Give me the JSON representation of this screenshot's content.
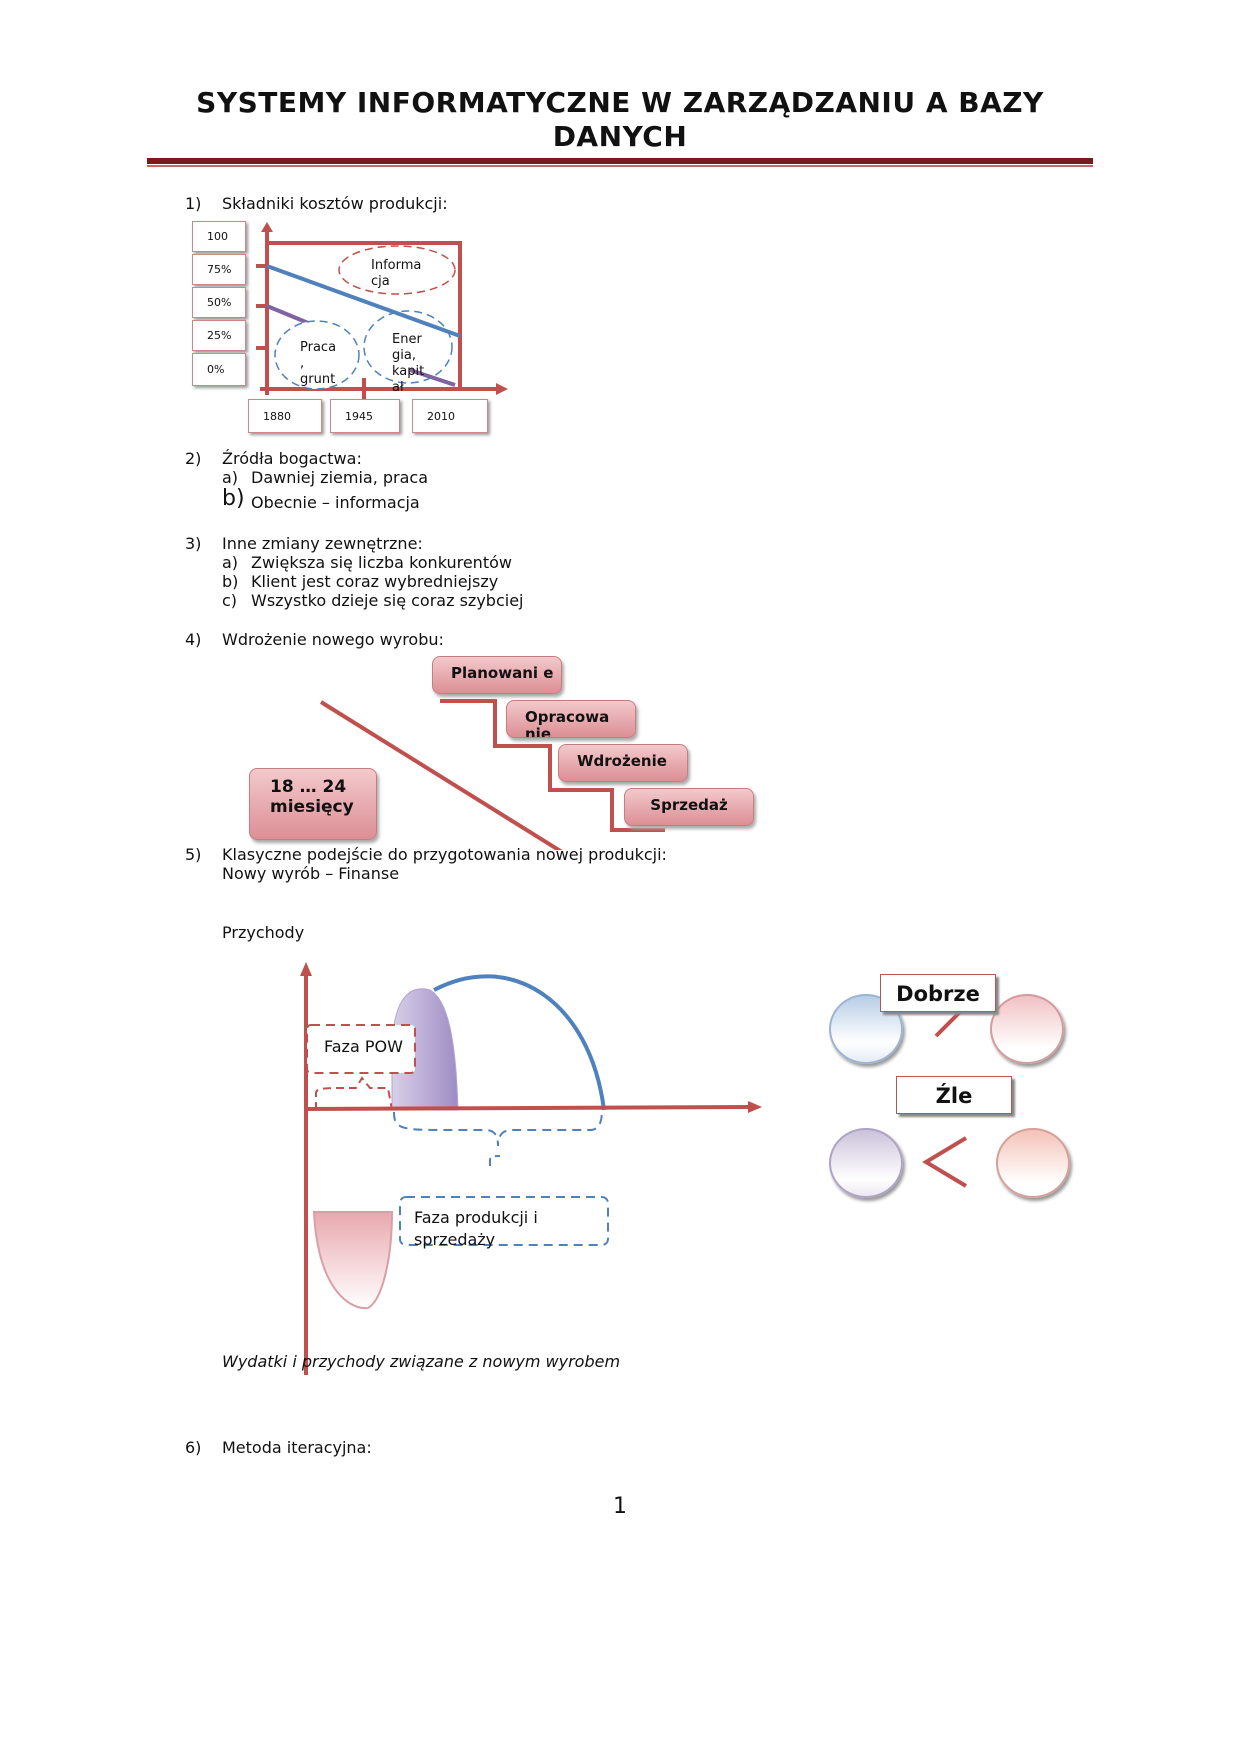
{
  "title": "SYSTEMY INFORMATYCZNE W ZARZĄDZANIU A BAZY DANYCH",
  "section1": {
    "num": "1)",
    "heading": "Składniki kosztów produkcji:",
    "y_labels": [
      "100",
      "75%",
      "50%",
      "25%",
      "0%"
    ],
    "x_labels": [
      "1880",
      "1945",
      "2010"
    ],
    "bubble_informacja": [
      "Informa",
      "cja"
    ],
    "bubble_praca": [
      "Praca",
      ",",
      "grunt"
    ],
    "bubble_energia": [
      "Ener",
      "gia,",
      "kapit",
      "ał"
    ]
  },
  "section2": {
    "num": "2)",
    "heading": "Źródła bogactwa:",
    "items": [
      {
        "marker": "a)",
        "text": "Dawniej ziemia, praca"
      },
      {
        "marker": "b)",
        "text": "Obecnie – informacja"
      }
    ]
  },
  "section3": {
    "num": "3)",
    "heading": "Inne zmiany zewnętrzne:",
    "items": [
      {
        "marker": "a)",
        "text": "Zwiększa się liczba konkurentów"
      },
      {
        "marker": "b)",
        "text": "Klient jest coraz wybredniejszy"
      },
      {
        "marker": "c)",
        "text": "Wszystko dzieje się coraz szybciej"
      }
    ]
  },
  "section4": {
    "num": "4)",
    "heading": "Wdrożenie nowego wyrobu:",
    "steps": [
      "Planowani e",
      "Opracowa nie",
      "Wdrożenie",
      "Sprzedaż"
    ],
    "duration": "18 … 24 miesięcy"
  },
  "section5": {
    "num": "5)",
    "heading": "Klasyczne podejście do przygotowania nowej produkcji:",
    "subheading": "Nowy wyrób – Finanse",
    "revenue_label": "Przychody",
    "faza_pow": "Faza POW",
    "faza_produkcji": "Faza produkcji i sprzedaży",
    "dobrze": "Dobrze",
    "zle": "Źle",
    "caption": "Wydatki i przychody związane z nowym wyrobem"
  },
  "section6": {
    "num": "6)",
    "heading": "Metoda iteracyjna:"
  },
  "page_number": "1",
  "colors": {
    "rule": "#7b1a1a",
    "axis": "#c0504d",
    "blue_line": "#4f81bd",
    "purple_line": "#8064a2"
  }
}
